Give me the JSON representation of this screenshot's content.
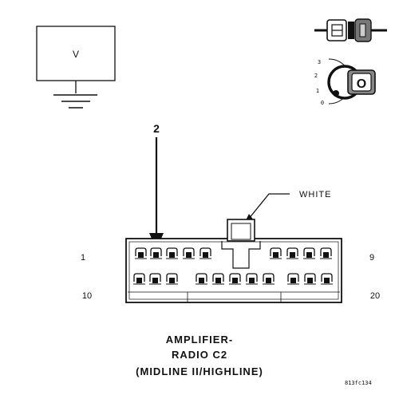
{
  "voltmeter": {
    "label": "V"
  },
  "probe": {
    "pin_callout": "2"
  },
  "connector": {
    "color_label": "WHITE",
    "pin_first_top": "1",
    "pin_last_top": "9",
    "pin_first_bottom": "10",
    "pin_last_bottom": "20"
  },
  "ignition": {
    "positions": [
      "3",
      "2",
      "1",
      "0"
    ],
    "key_label": "O"
  },
  "caption": {
    "line1": "AMPLIFIER-",
    "line2": "RADIO C2",
    "line3": "(MIDLINE II/HIGHLINE)"
  },
  "figure_ref": "813fc134"
}
